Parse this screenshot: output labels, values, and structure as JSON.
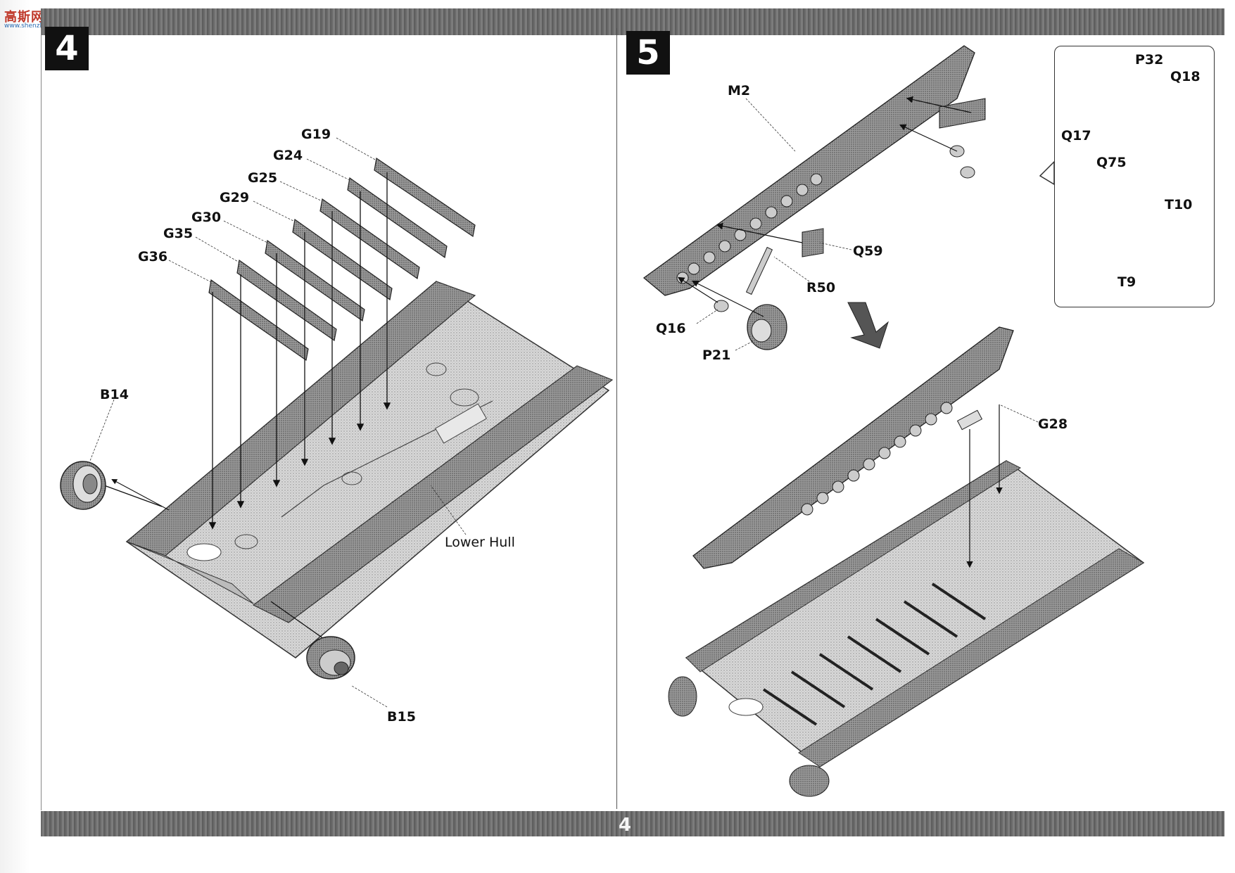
{
  "logo": {
    "text": "高斯网",
    "sub": "www.shenzhen.com"
  },
  "page_number": "4",
  "step4": {
    "number": "4",
    "parts": [
      "G19",
      "G24",
      "G25",
      "G29",
      "G30",
      "G35",
      "G36"
    ],
    "wheels": {
      "left": "B14",
      "right": "B15"
    },
    "hull_label": "Lower Hull"
  },
  "step5": {
    "number": "5",
    "side_panel": "M2",
    "parts": {
      "q59": "Q59",
      "r50": "R50",
      "q16": "Q16",
      "p21": "P21",
      "g28": "G28"
    },
    "inset": {
      "p32": "P32",
      "q18": "Q18",
      "q17": "Q17",
      "q75": "Q75",
      "t10": "T10",
      "t9": "T9"
    }
  }
}
